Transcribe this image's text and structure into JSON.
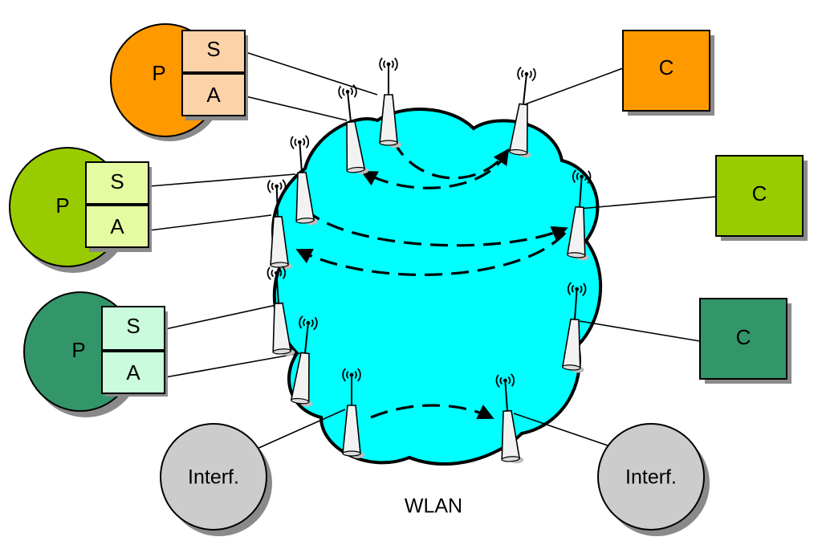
{
  "diagram": {
    "network_label": "WLAN",
    "colors": {
      "orange": "#ff9900",
      "orange_light": "#fcd3a9",
      "lime": "#99cc00",
      "lime_light": "#e5fba2",
      "green": "#33956a",
      "green_light": "#c9fbdc",
      "cloud": "#00ffff",
      "interferer": "#cccccc",
      "shadow": "#8a8a8a"
    },
    "producers": [
      {
        "label": "P",
        "sensor": "S",
        "actuator": "A",
        "color": "#ff9900",
        "sub_color": "#fcd3a9"
      },
      {
        "label": "P",
        "sensor": "S",
        "actuator": "A",
        "color": "#99cc00",
        "sub_color": "#e5fba2"
      },
      {
        "label": "P",
        "sensor": "S",
        "actuator": "A",
        "color": "#33956a",
        "sub_color": "#c9fbdc"
      }
    ],
    "controllers": [
      {
        "label": "C",
        "color": "#ff9900"
      },
      {
        "label": "C",
        "color": "#99cc00"
      },
      {
        "label": "C",
        "color": "#33956a"
      }
    ],
    "interferers": [
      {
        "label": "Interf."
      },
      {
        "label": "Interf."
      }
    ],
    "icons": [
      "antenna-icon",
      "arrow-icon"
    ]
  }
}
